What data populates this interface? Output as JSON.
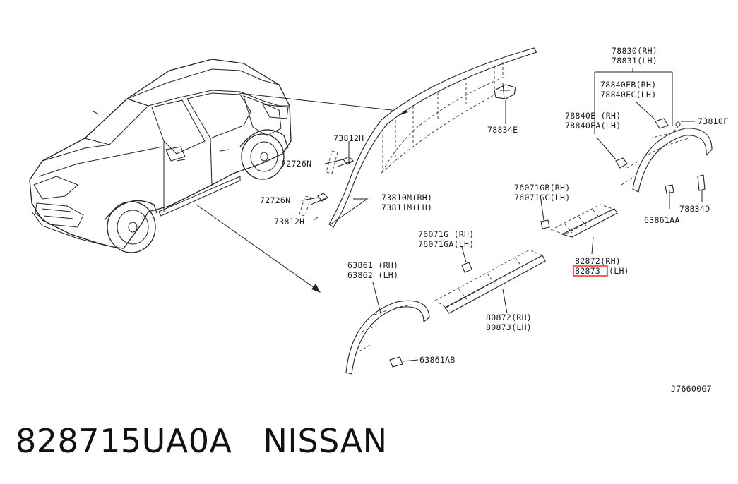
{
  "diagram": {
    "labels": {
      "p78830": "78830(RH)",
      "p78831": "78831(LH)",
      "p78840eb": "78840EB(RH)",
      "p78840ec": "78840EC(LH)",
      "p78840e": "78840E (RH)",
      "p78840ea": "78840EA(LH)",
      "p73810f": "73810F",
      "p78834e": "78834E",
      "p73812h_top": "73812H",
      "p72726n_top": "72726N",
      "p72726n_bot": "72726N",
      "p73810m": "73810M(RH)",
      "p73811m": "73811M(LH)",
      "p73812h_bot": "73812H",
      "p76071gb": "76071GB(RH)",
      "p76071gc": "76071GC(LH)",
      "p78834d": "78834D",
      "p63861aa": "63861AA",
      "p76071g": "76071G (RH)",
      "p76071ga": "76071GA(LH)",
      "p82872": "82872(RH)",
      "p82873_suffix": "(LH)",
      "p63861": "63861 (RH)",
      "p63862": "63862 (LH)",
      "p80872": "80872(RH)",
      "p80873": "80873(LH)",
      "p63861ab": "63861AB",
      "ref_code": "J76600G7"
    },
    "highlight": {
      "text": "82873",
      "color": "#e0241b"
    }
  },
  "footer": {
    "part_number": "828715UA0A",
    "brand": "NISSAN"
  }
}
